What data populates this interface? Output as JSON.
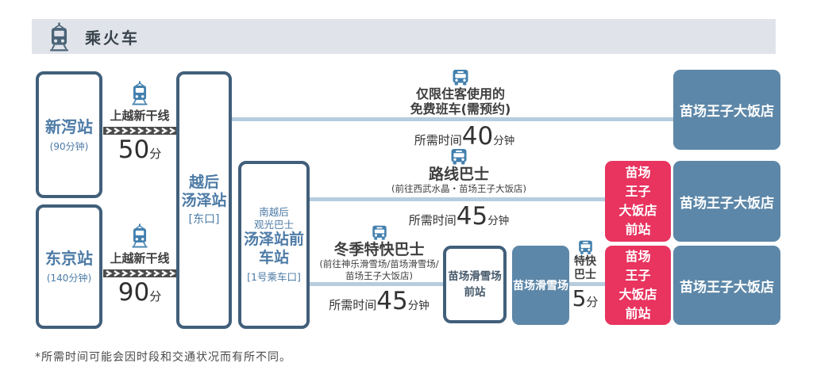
{
  "header": {
    "title": "乘火车"
  },
  "colors": {
    "accent_blue": "#5d87a8",
    "accent_red": "#e8345f",
    "outline_blue": "#415f7a",
    "station_text_blue": "#4d7ba6",
    "connector_blue": "#b6cdde",
    "icon_blue": "#4380ae",
    "arrow_band_dark": "#4b4b4b",
    "header_bg": "#e0e4ea"
  },
  "icons": {
    "train_icon": "front-view train pictogram",
    "bus_icon": "front-view bus pictogram",
    "shinkansen_arrow_band": "dark band with white right-pointing chevrons"
  },
  "stations": {
    "niigata": {
      "name": "新泻站",
      "duration": "(90分钟)"
    },
    "tokyo": {
      "name": "东京站",
      "duration": "(140分钟)"
    },
    "echigo_yuzawa": {
      "name_line1": "越后",
      "name_line2": "汤泽站",
      "exit": "[东口]"
    },
    "yuzawa_bus_stop": {
      "operator_line1": "南越后",
      "operator_line2": "观光巴士",
      "name_line1": "汤泽站前",
      "name_line2": "车站",
      "gate": "[1号乘车口]"
    },
    "naeba_ski_front": {
      "name_line1": "苗场滑雪场",
      "name_line2": "前站"
    },
    "naeba_ski": {
      "name": "苗场滑雪场"
    },
    "hotel_front": {
      "line1": "苗场",
      "line2": "王子",
      "line3": "大饭店",
      "line4": "前站"
    },
    "hotel": {
      "name": "苗场王子大饭店"
    }
  },
  "routes": {
    "shinkansen_from_niigata": {
      "line_name": "上越新干线",
      "duration_value": "50",
      "duration_unit": "分"
    },
    "shinkansen_from_tokyo": {
      "line_name": "上越新干线",
      "duration_value": "90",
      "duration_unit": "分"
    },
    "free_shuttle": {
      "label_line1": "仅限住客使用的",
      "label_line2": "免费班车(需预约)",
      "time_prefix": "所需时间",
      "time_value": "40",
      "time_unit": "分钟"
    },
    "local_bus": {
      "label": "路线巴士",
      "sublabel": "(前往西武水晶・苗场王子大饭店)",
      "time_prefix": "所需时间",
      "time_value": "45",
      "time_unit": "分钟"
    },
    "winter_express_bus": {
      "label": "冬季特快巴士",
      "sublabel_line1": "(前往神乐滑雪场/苗场滑雪场/",
      "sublabel_line2": "苗场王子大饭店)",
      "time_prefix": "所需时间",
      "time_value": "45",
      "time_unit": "分钟"
    },
    "express_transfer": {
      "label_line1": "特快",
      "label_line2": "巴士",
      "duration_value": "5",
      "duration_unit": "分"
    }
  },
  "footnote": "*所需时间可能会因时段和交通状况而有所不同。"
}
